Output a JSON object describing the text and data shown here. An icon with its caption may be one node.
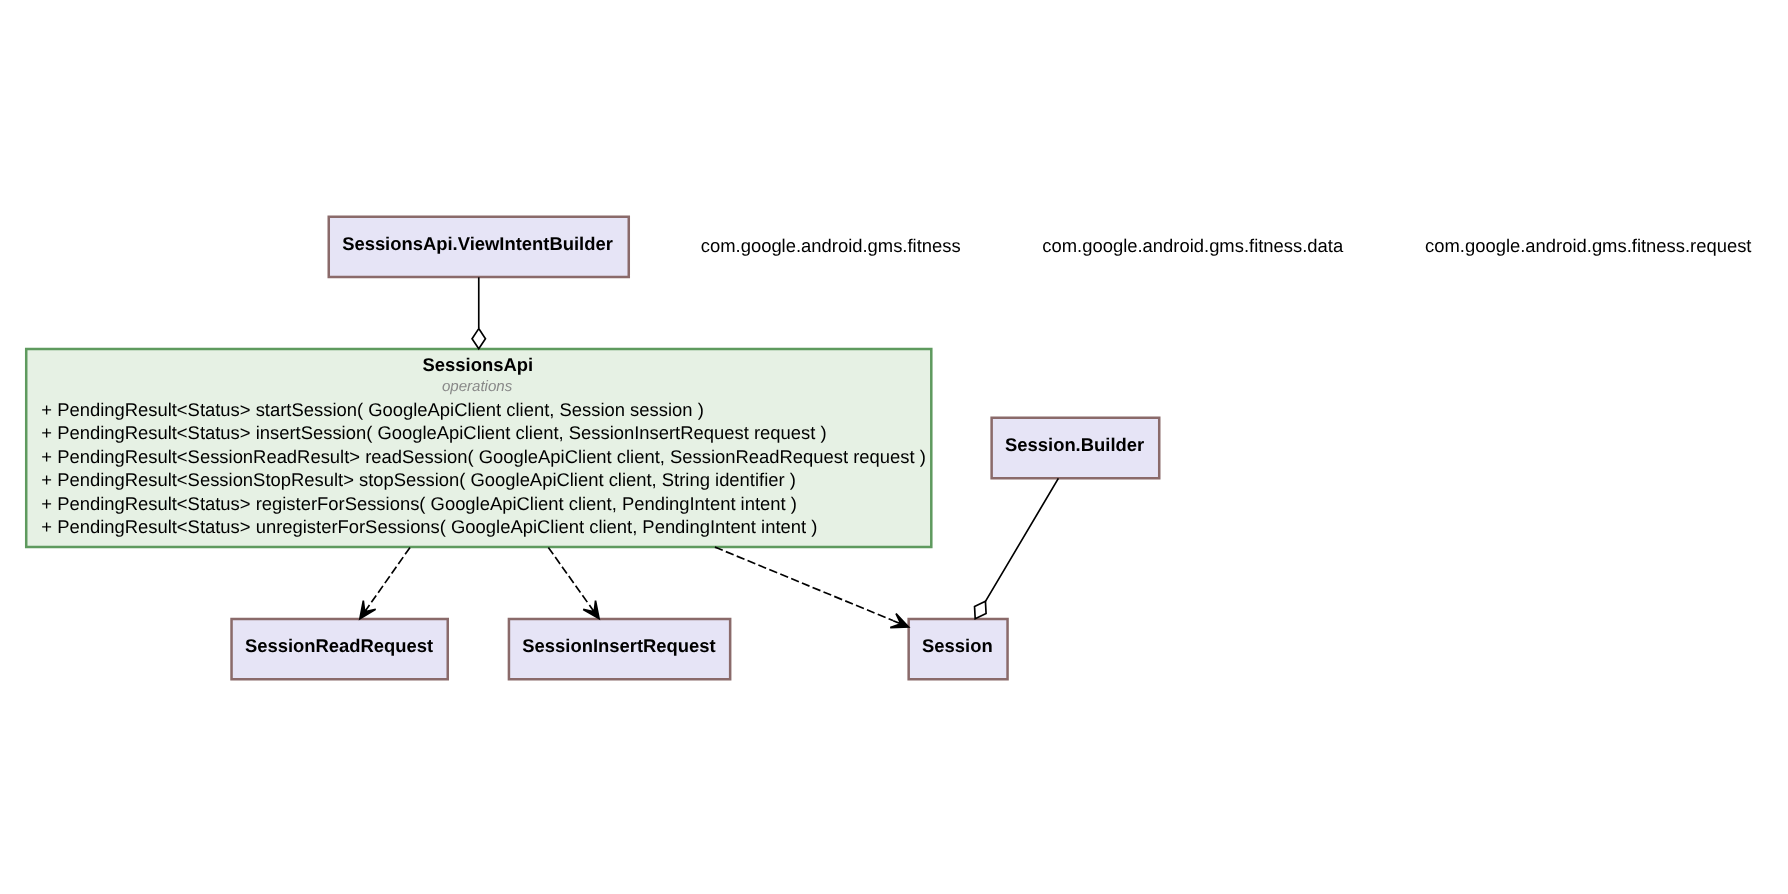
{
  "diagram": {
    "nodes": [
      {
        "text": [
          "SessionsApi.ViewIntentBuilder"
        ]
      },
      {
        "text": [
          "SessionsApi",
          "operations",
          "+ PendingResult<Status> startSession( GoogleApiClient client, Session session )",
          "+ PendingResult<Status> insertSession( GoogleApiClient client, SessionInsertRequest request )",
          "+ PendingResult<SessionReadResult> readSession( GoogleApiClient client, SessionReadRequest request )",
          "+ PendingResult<SessionStopResult> stopSession( GoogleApiClient client, String identifier )",
          "+ PendingResult<Status> registerForSessions( GoogleApiClient client, PendingIntent intent )",
          "+ PendingResult<Status> unregisterForSessions( GoogleApiClient client, PendingIntent intent )"
        ]
      },
      {
        "text": [
          "SessionReadRequest"
        ]
      },
      {
        "text": [
          "SessionInsertRequest"
        ]
      },
      {
        "text": [
          "Session"
        ]
      },
      {
        "text": [
          "Session.Builder"
        ]
      }
    ],
    "edges": [
      {
        "from": 0,
        "to": 1,
        "arrow": "other"
      },
      {
        "from": 1,
        "to": 2,
        "arrow": "to",
        "style": "dashed"
      },
      {
        "from": 1,
        "to": 3,
        "arrow": "to",
        "style": "dashed"
      },
      {
        "from": 1,
        "to": 4,
        "arrow": "to",
        "style": "dashed"
      },
      {
        "from": 5,
        "to": 4,
        "arrow": "other"
      }
    ],
    "labels": [
      "com.google.android.gms.fitness",
      "com.google.android.gms.fitness.data",
      "com.google.android.gms.fitness.request"
    ]
  }
}
